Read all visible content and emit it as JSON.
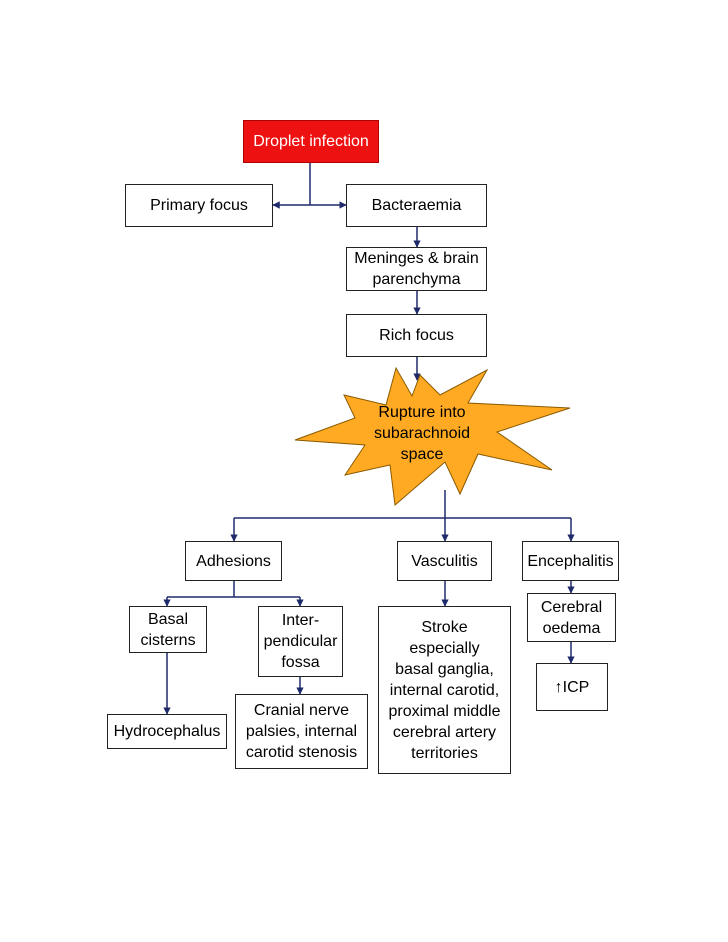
{
  "nodes": {
    "droplet_infection": "Droplet infection",
    "primary_focus": "Primary focus",
    "bacteraemia": "Bacteraemia",
    "meninges": "Meninges & brain\nparenchyma",
    "rich_focus": "Rich focus",
    "rupture": "Rupture into\nsubarachnoid\nspace",
    "adhesions": "Adhesions",
    "vasculitis": "Vasculitis",
    "encephalitis": "Encephalitis",
    "basal_cisterns": "Basal\ncisterns",
    "interpeduncular": "Inter-\npendicular\nfossa",
    "stroke": "Stroke\nespecially\nbasal ganglia,\ninternal carotid,\nproximal middle\ncerebral artery\nterritories",
    "cerebral_oedema": "Cerebral\noedema",
    "icp": "↑ICP",
    "hydrocephalus": "Hydrocephalus",
    "cranial_nerve": "Cranial nerve\npalsies, internal\ncarotid stenosis"
  },
  "colors": {
    "highlight_fill": "#ee1111",
    "burst_fill": "#ffaa22",
    "connector": "#1f2a6b"
  }
}
